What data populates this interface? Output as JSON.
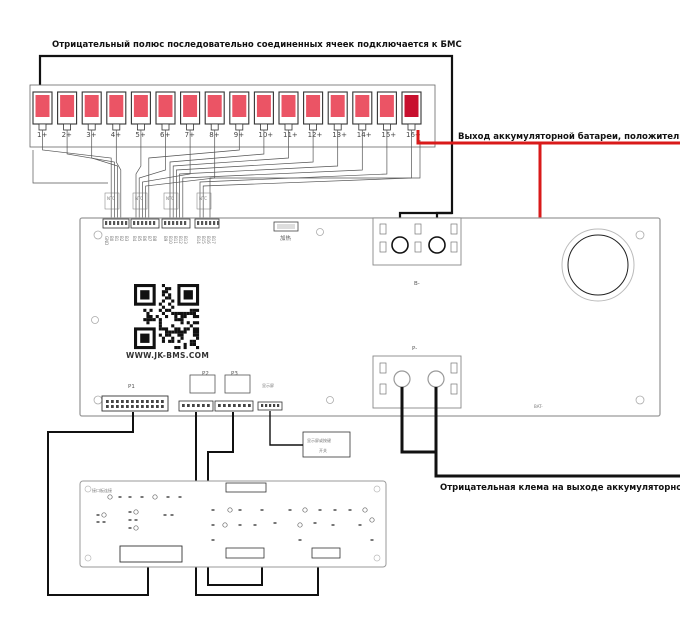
{
  "annotations": {
    "top": "Отрицательный полюс последовательно соединенных ячеек подключается к БМС",
    "positive": "Выход аккумуляторной батареи, положительная клема",
    "negative": "Отрицательная клема на выходе аккумуляторной батареи"
  },
  "cells": [
    "1+",
    "2+",
    "3+",
    "4+",
    "5+",
    "6+",
    "7+",
    "8+",
    "9+",
    "10+",
    "11+",
    "12+",
    "13+",
    "14+",
    "15+",
    "16+"
  ],
  "board": {
    "url": "WWW.JK-BMS.COM",
    "heat": "加热",
    "b_minus": "B-",
    "p_minus": "P-",
    "bat_minus": "BAT-",
    "ports": [
      "P1",
      "P2",
      "P3",
      "显示屏"
    ],
    "balance_pins": [
      [
        "GND",
        "B0",
        "B1",
        "B2",
        "B3"
      ],
      [
        "B4",
        "B5",
        "B6",
        "B7",
        "B8"
      ],
      [
        "B9",
        "B10",
        "B11",
        "B12",
        "B13"
      ],
      [
        "B14",
        "B15",
        "B16",
        "B17"
      ]
    ],
    "ntc_labels": [
      "NTC",
      "NTC",
      "NTC",
      "NTC"
    ]
  },
  "display_box": [
    "显示屏或按键",
    "开关"
  ],
  "interface_board": {
    "title": "接口板连接"
  },
  "colors": {
    "wire": "#111111",
    "positive_wire": "#d91a1a",
    "board_edge": "#9a9a9a",
    "cell_red": "#e8364a"
  }
}
